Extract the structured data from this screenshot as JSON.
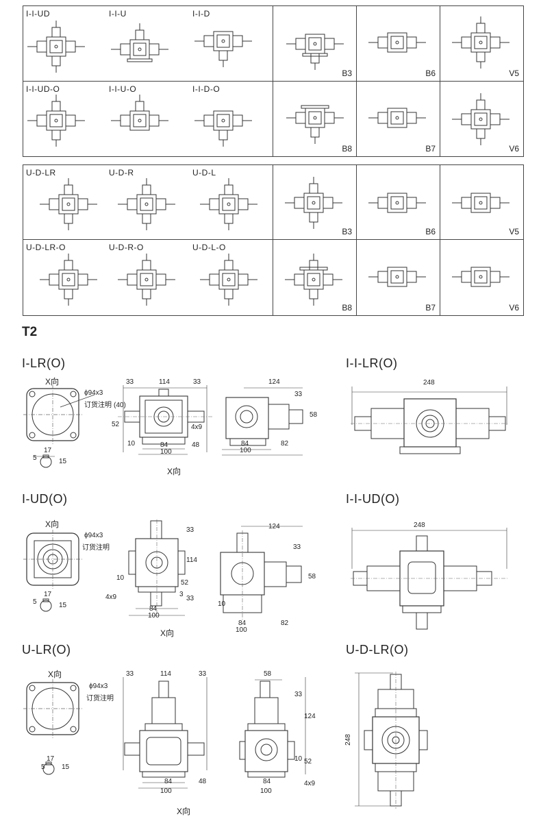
{
  "grid1": {
    "row1": [
      "I-I-UD",
      "I-I-U",
      "I-I-D"
    ],
    "row2": [
      "I-I-UD-O",
      "I-I-U-O",
      "I-I-D-O"
    ],
    "codes_row1": [
      "B3",
      "B6",
      "V5"
    ],
    "codes_row2": [
      "B8",
      "B7",
      "V6"
    ]
  },
  "grid2": {
    "row1": [
      "U-D-LR",
      "U-D-R",
      "U-D-L"
    ],
    "row2": [
      "U-D-LR-O",
      "U-D-R-O",
      "U-D-L-O"
    ],
    "codes_row1": [
      "B3",
      "B6",
      "V5"
    ],
    "codes_row2": [
      "B8",
      "B7",
      "V6"
    ]
  },
  "section_title": "T2",
  "sections": {
    "i_lr": "I-LR(O)",
    "ii_lr": "I-I-LR(O)",
    "i_ud": "I-UD(O)",
    "ii_ud": "I-I-UD(O)",
    "u_lr": "U-LR(O)",
    "ud_lr": "U-D-LR(O)"
  },
  "labels": {
    "x_dir": "X向",
    "x_arrow": "X向",
    "phi": "ϕ94x3",
    "order_note": "订货注明"
  },
  "dims": {
    "d33": "33",
    "d114": "114",
    "d40": "(40)",
    "d52": "52",
    "d10": "10",
    "d84": "84",
    "d100": "100",
    "d48": "48",
    "d4x9": "4x9",
    "d124": "124",
    "d58": "58",
    "d82": "82",
    "d248": "248",
    "d17": "17",
    "d5": "5",
    "d15": "15",
    "d3": "3"
  }
}
